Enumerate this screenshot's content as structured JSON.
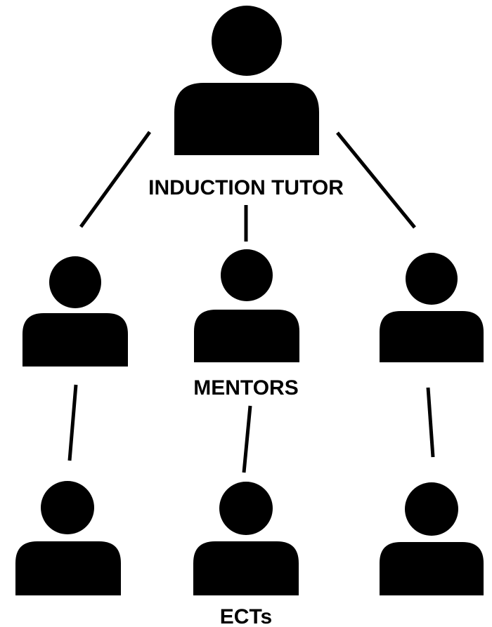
{
  "diagram": {
    "tutor_label": "INDUCTION TUTOR",
    "mentors_label": "MENTORS",
    "ects_label": "ECTs"
  },
  "icons": {
    "person": "person-icon"
  },
  "colors": {
    "foreground": "#000000",
    "background": "#ffffff"
  }
}
